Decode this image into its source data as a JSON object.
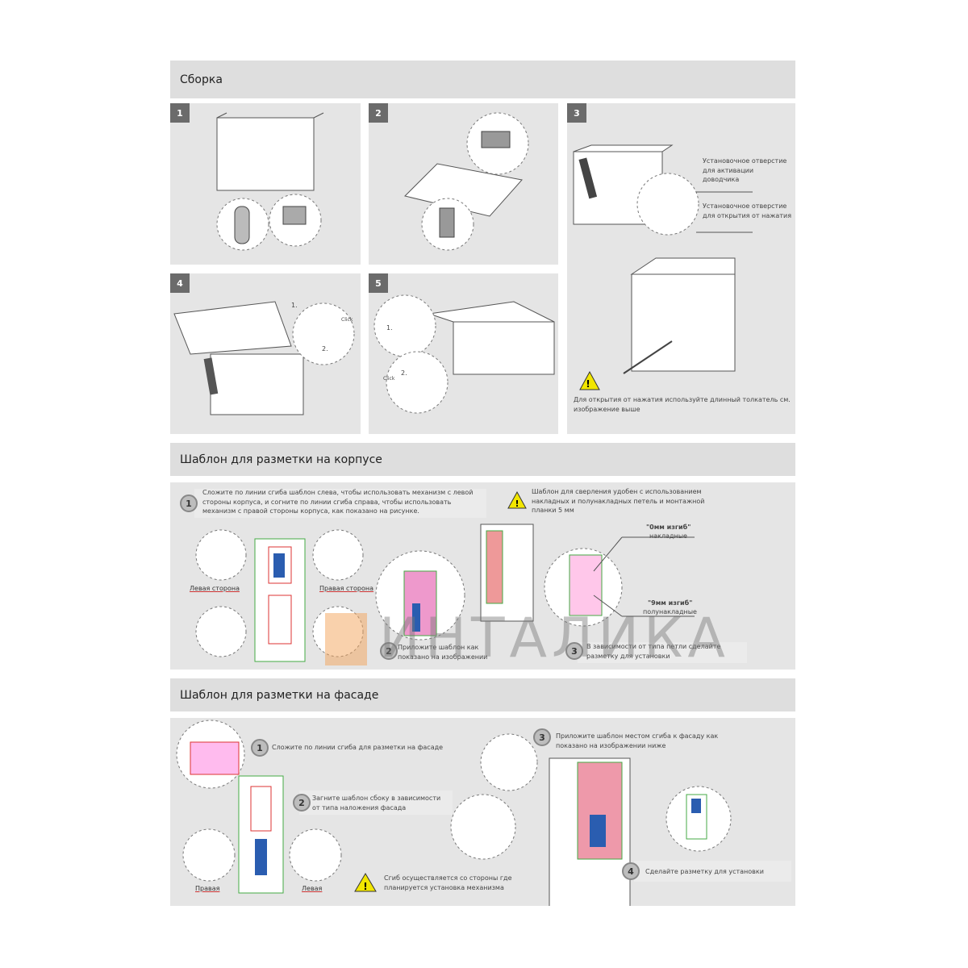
{
  "sections": [
    {
      "title": "Сборка"
    },
    {
      "title": "Шаблон для разметки на корпусе"
    },
    {
      "title": "Шаблон для разметки на фасаде"
    }
  ],
  "assembly": {
    "steps": [
      "1",
      "2",
      "3",
      "4",
      "5"
    ],
    "step3_note1": "Установочное отверстие для активации доводчика",
    "step3_note2": "Установочное отверстие для открытия от нажатия",
    "step3_warning": "Для открытия от нажатия используйте длинный толкатель см. изображение выше",
    "step4_labels": [
      "1.",
      "2.",
      "Click"
    ],
    "step5_labels": [
      "1.",
      "2.",
      "Click"
    ]
  },
  "body_template": {
    "step1": {
      "num": "1",
      "text": "Сложите по линии сгиба шаблон слева, чтобы использовать механизм с левой стороны корпуса, и согните по линии сгиба справа, чтобы использовать механизм с правой стороны корпуса, как показано на рисунке."
    },
    "left_side": "Левая сторона",
    "right_side": "Правая сторона",
    "warning": "Шаблон для сверления удобен с использованием накладных и полунакладных петель и монтажной планки 5 мм",
    "bend0_title": "\"0мм изгиб\"",
    "bend0_sub": "накладные",
    "bend9_title": "\"9мм изгиб\"",
    "bend9_sub": "полунакладные",
    "step2": {
      "num": "2",
      "text": "Приложите шаблон как показано на изображении"
    },
    "step3": {
      "num": "3",
      "text": "В зависимости от типа петли сделайте разметку для установки"
    }
  },
  "facade_template": {
    "step1": {
      "num": "1",
      "text": "Сложите по линии сгиба для разметки на фасаде"
    },
    "step2": {
      "num": "2",
      "text": "Загните шаблон сбоку в зависимости от типа наложения фасада"
    },
    "step3": {
      "num": "3",
      "text": "Приложите шаблон местом сгиба к фасаду как показано на изображении ниже"
    },
    "step4": {
      "num": "4",
      "text": "Сделайте разметку для установки"
    },
    "right": "Правая",
    "left": "Левая",
    "warning": "Сгиб осуществляется со стороны где планируется установка механизма"
  },
  "watermark": "ИНТАЛИКА",
  "colors": {
    "panel": "#e5e5e5",
    "header": "#dedede",
    "badge": "#6b6b6b",
    "warning": "#f2e600",
    "accent_red": "#d33"
  }
}
